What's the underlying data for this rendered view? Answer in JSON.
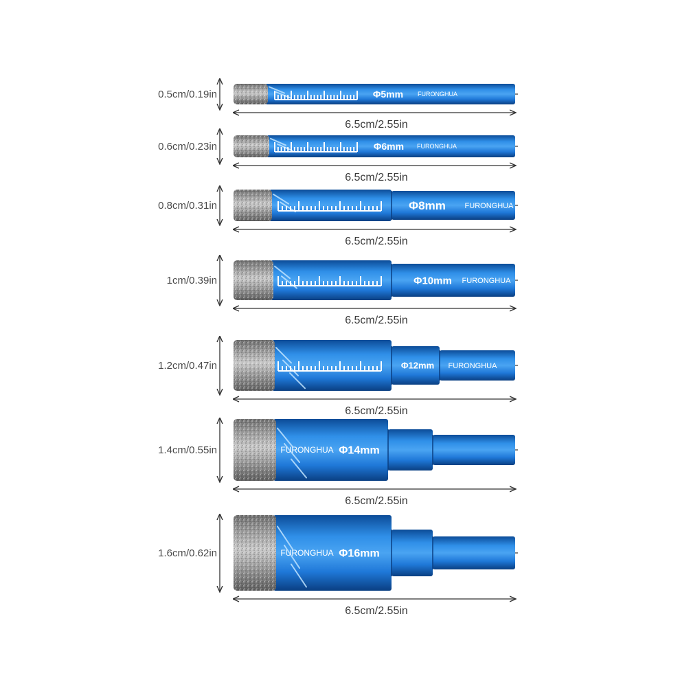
{
  "bits": [
    {
      "diameter": "0.5cm/0.19in",
      "length": "6.5cm/2.55in",
      "size_mark": "Φ5mm",
      "brand": "FURONGHUA",
      "has_scale": true
    },
    {
      "diameter": "0.6cm/0.23in",
      "length": "6.5cm/2.55in",
      "size_mark": "Φ6mm",
      "brand": "FURONGHUA",
      "has_scale": true
    },
    {
      "diameter": "0.8cm/0.31in",
      "length": "6.5cm/2.55in",
      "size_mark": "Φ8mm",
      "brand": "FURONGHUA",
      "has_scale": true
    },
    {
      "diameter": "1cm/0.39in",
      "length": "6.5cm/2.55in",
      "size_mark": "Φ10mm",
      "brand": "FURONGHUA",
      "has_scale": true
    },
    {
      "diameter": "1.2cm/0.47in",
      "length": "6.5cm/2.55in",
      "size_mark": "Φ12mm",
      "brand": "FURONGHUA",
      "has_scale": true
    },
    {
      "diameter": "1.4cm/0.55in",
      "length": "6.5cm/2.55in",
      "size_mark": "Φ14mm",
      "brand": "FURONGHUA",
      "has_scale": false
    },
    {
      "diameter": "1.6cm/0.62in",
      "length": "6.5cm/2.55in",
      "size_mark": "Φ16mm",
      "brand": "FURONGHUA",
      "has_scale": false
    }
  ],
  "colors": {
    "bit_blue": "#1f78d8",
    "bit_dark": "#0d4f9e",
    "bit_light": "#5ab0f5",
    "diamond_grey": "#9a9a9a",
    "dimension_line": "#333333",
    "label_text": "#4a4a4a"
  }
}
